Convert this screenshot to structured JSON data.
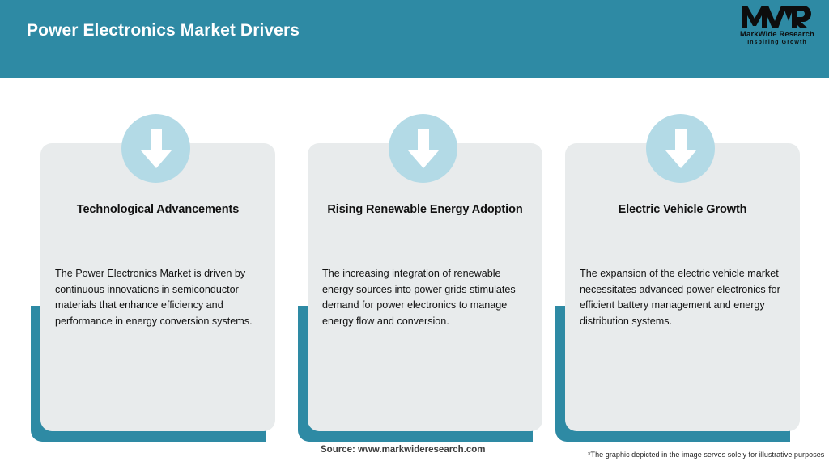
{
  "header": {
    "title": "Power Electronics Market Drivers",
    "background_color": "#2e8aa4",
    "title_color": "#ffffff"
  },
  "logo": {
    "mark": "MWR",
    "name": "MarkWide Research",
    "tagline": "Inspiring Growth"
  },
  "cards": [
    {
      "icon": "down-arrow-icon",
      "title": "Technological Advancements",
      "body": "The Power Electronics Market is driven by continuous innovations in semiconductor materials that enhance efficiency and performance in energy conversion systems."
    },
    {
      "icon": "down-arrow-icon",
      "title": "Rising Renewable Energy Adoption",
      "body": "The increasing integration of renewable energy sources into power grids stimulates demand for power electronics to manage energy flow and conversion."
    },
    {
      "icon": "down-arrow-icon",
      "title": "Electric Vehicle Growth",
      "body": "The expansion of the electric vehicle market necessitates advanced power electronics for efficient battery management and energy distribution systems."
    }
  ],
  "footer": {
    "source": "Source: www.markwideresearch.com",
    "note": "*The graphic depicted in the image serves solely for illustrative purposes"
  },
  "colors": {
    "accent_teal": "#2e8aa4",
    "icon_circle_blue": "#b3dae6",
    "card_gray": "#e8ebec",
    "page_background": "#ffffff"
  }
}
